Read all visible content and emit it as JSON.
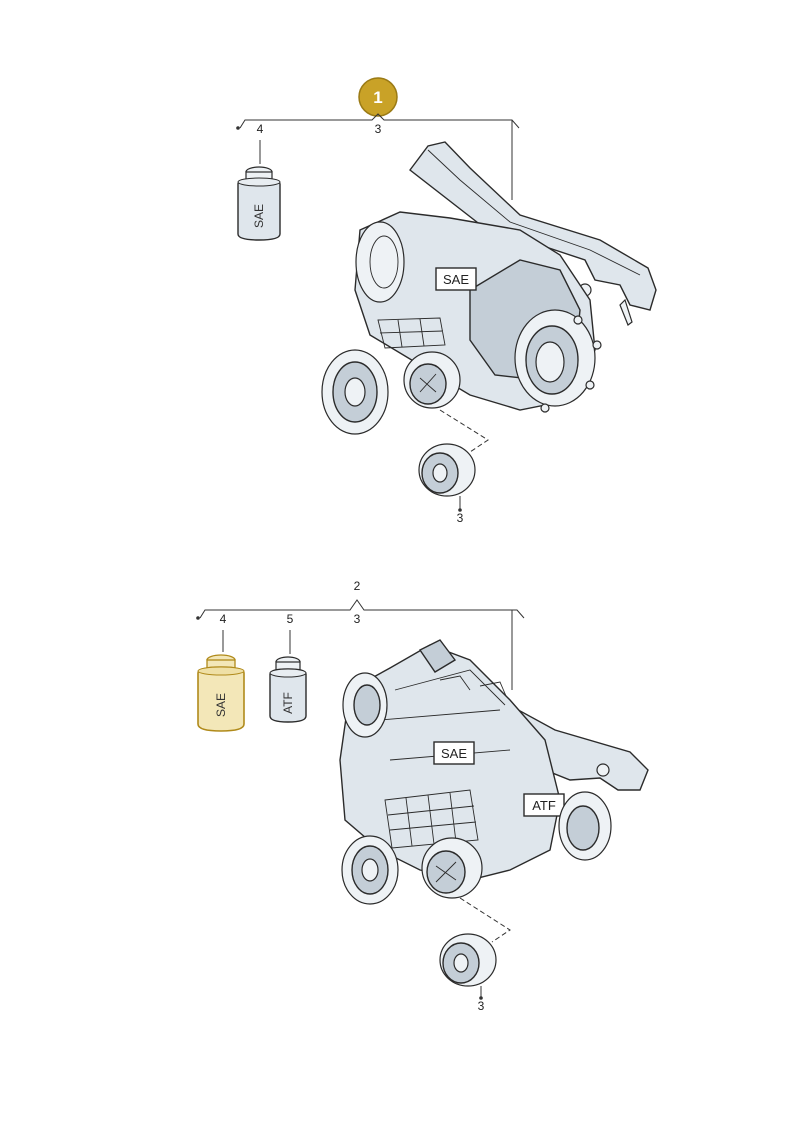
{
  "badge": {
    "label": "1",
    "color": "#c9a227"
  },
  "group_top": {
    "bracket_label": "3",
    "can_callout": "4",
    "can_text": "SAE",
    "housing_tag": "SAE",
    "cap_callout": "3"
  },
  "group_bottom": {
    "assembly_callout": "2",
    "bracket_label": "3",
    "can_sae_callout": "4",
    "can_atf_callout": "5",
    "can_sae_text": "SAE",
    "can_atf_text": "ATF",
    "housing_tag_sae": "SAE",
    "housing_tag_atf": "ATF",
    "cap_callout": "3",
    "highlight_color": "#f3e7b8"
  }
}
